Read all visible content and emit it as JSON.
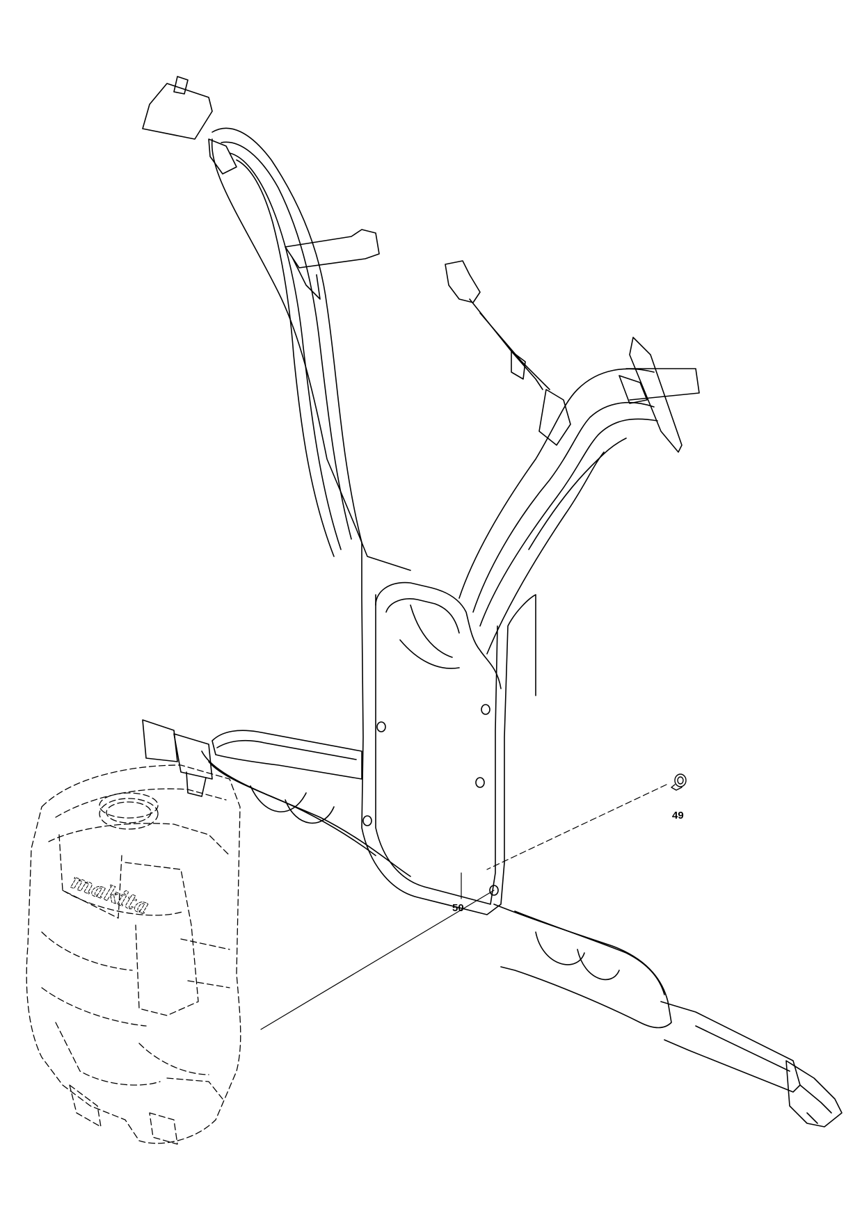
{
  "diagram": {
    "type": "exploded-parts-view",
    "callouts": [
      {
        "id": "callout-50",
        "label": "50"
      },
      {
        "id": "callout-49",
        "label": "49"
      }
    ],
    "brand_mark": "makita",
    "colors": {
      "line": "#000000",
      "background": "#ffffff"
    }
  }
}
